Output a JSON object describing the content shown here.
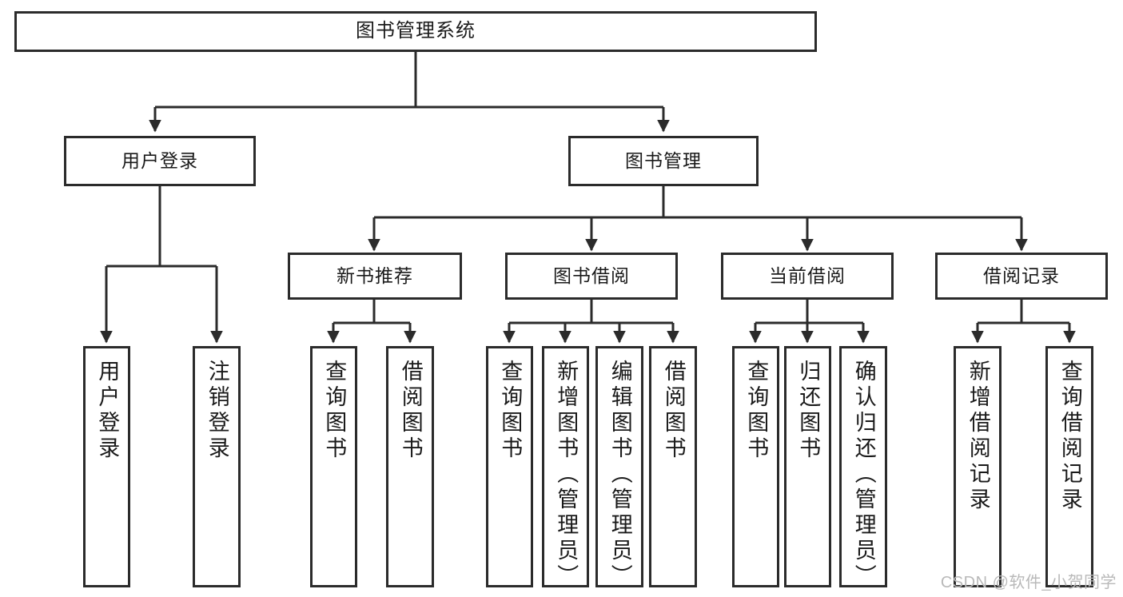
{
  "diagram": {
    "title": "图书管理系统",
    "type": "tree-hierarchy",
    "stroke_color": "#2b2b2b",
    "fill_color": "#ffffff",
    "text_color": "#1a1a1a"
  },
  "nodes": {
    "root": "图书管理系统",
    "level2": {
      "user_login": "用户登录",
      "book_manage": "图书管理"
    },
    "level3": {
      "new_book_recommend": "新书推荐",
      "book_borrow": "图书借阅",
      "current_borrow": "当前借阅",
      "borrow_record": "借阅记录"
    },
    "leaves": {
      "user_login_1": "用户登录",
      "user_login_2": "注销登录",
      "recommend_1": "查询图书",
      "recommend_2": "借阅图书",
      "borrow_1": "查询图书",
      "borrow_2": "新增图书（管理员）",
      "borrow_3": "编辑图书（管理员）",
      "borrow_4": "借阅图书",
      "current_1": "查询图书",
      "current_2": "归还图书",
      "current_3": "确认归还（管理员）",
      "record_1": "新增借阅记录",
      "record_2": "查询借阅记录"
    }
  },
  "watermark": {
    "text": "CSDN @软件_小贺同学"
  }
}
